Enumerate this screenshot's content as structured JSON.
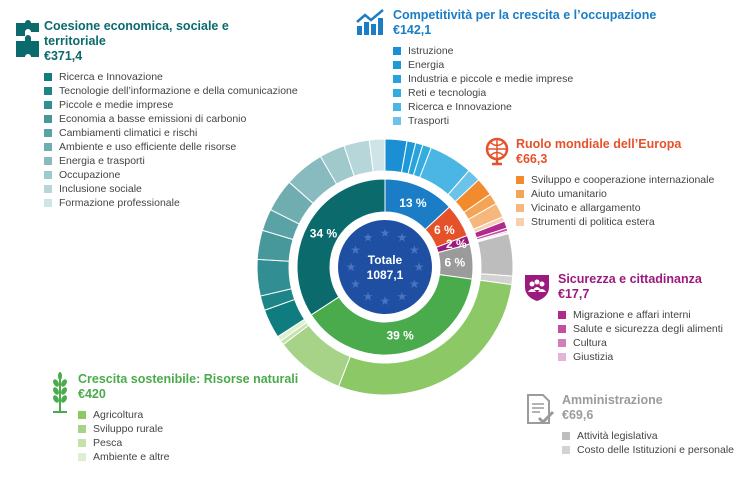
{
  "chart_data": {
    "type": "pie",
    "title": "Totale",
    "total": "1087,1",
    "categories": [
      {
        "key": "competitivita",
        "title": "Competitività per la crescita e l’occupazione",
        "amount": "€142,1",
        "value": 142.1,
        "pct": "13 %",
        "color": "#1a7dc6",
        "sub_colors": [
          "#1a8fd3",
          "#1e99d8",
          "#2aa3dd",
          "#35acdf",
          "#4bb6e3",
          "#6cc3ea"
        ],
        "items": [
          "Istruzione",
          "Energia",
          "Industria e piccole e medie imprese",
          "Reti e tecnologia",
          "Ricerca e Innovazione",
          "Trasporti"
        ],
        "item_values": [
          30,
          12,
          10,
          12,
          60,
          18.1
        ]
      },
      {
        "key": "ruolo",
        "title": "Ruolo mondiale dell’Europa",
        "amount": "€66,3",
        "value": 66.3,
        "pct": "6 %",
        "color": "#e5522a",
        "sub_colors": [
          "#f28a2e",
          "#f3a456",
          "#f5b77c",
          "#f8d0b0"
        ],
        "items": [
          "Sviluppo e cooperazione internazionale",
          "Aiuto umanitario",
          "Vicinato e allargamento",
          "Strumenti di politica estera"
        ],
        "item_values": [
          25,
          15,
          20,
          6.3
        ]
      },
      {
        "key": "sicurezza",
        "title": "Sicurezza e cittadinanza",
        "amount": "€17,7",
        "value": 17.7,
        "pct": "2 %",
        "color": "#9c1a7d",
        "sub_colors": [
          "#b02a8e",
          "#c2509f",
          "#d17fb9",
          "#e4b5d6"
        ],
        "items": [
          "Migrazione e affari interni",
          "Salute e sicurezza degli alimenti",
          "Cultura",
          "Giustizia"
        ],
        "item_values": [
          10,
          4,
          2,
          1.7
        ]
      },
      {
        "key": "amministrazione",
        "title": "Amministrazione",
        "amount": "€69,6",
        "value": 69.6,
        "pct": "6 %",
        "color": "#9b9b9b",
        "sub_colors": [
          "#bdbdbd",
          "#d2d2d2"
        ],
        "items": [
          "Attività legislativa",
          "Costo delle Istituzioni e personale"
        ],
        "item_values": [
          58,
          11.6
        ]
      },
      {
        "key": "crescita",
        "title": "Crescita sostenibile: Risorse naturali",
        "amount": "€420",
        "value": 420,
        "pct": "39 %",
        "color": "#4aab4c",
        "sub_colors": [
          "#8cc866",
          "#a6d388",
          "#c3e2ad",
          "#dcefcf"
        ],
        "items": [
          "Agricoltura",
          "Sviluppo rurale",
          "Pesca",
          "Ambiente e altre"
        ],
        "item_values": [
          312,
          95,
          6,
          7
        ]
      },
      {
        "key": "coesione",
        "title": "Coesione economica, sociale e territoriale",
        "amount": "€371,4",
        "value": 371.4,
        "pct": "34 %",
        "color": "#0b6a6c",
        "sub_colors": [
          "#0f7d80",
          "#1d8588",
          "#318e92",
          "#47989b",
          "#5ba2a6",
          "#70adb1",
          "#88bbbf",
          "#a0c9cc",
          "#b7d6d9",
          "#cfe4e6"
        ],
        "items": [
          "Ricerca e Innovazione",
          "Tecnologie dell’informazione e della comunicazione",
          "Piccole e medie imprese",
          "Economia a basse emissioni di carbonio",
          "Cambiamenti climatici e rischi",
          "Ambiente e uso efficiente delle risorse",
          "Energia e trasporti",
          "Occupazione",
          "Inclusione sociale",
          "Formazione professionale"
        ],
        "item_values": [
          40,
          20,
          50,
          40,
          30,
          45,
          55,
          35,
          35,
          21.4
        ]
      }
    ],
    "center_color": "#1f4fa3"
  }
}
